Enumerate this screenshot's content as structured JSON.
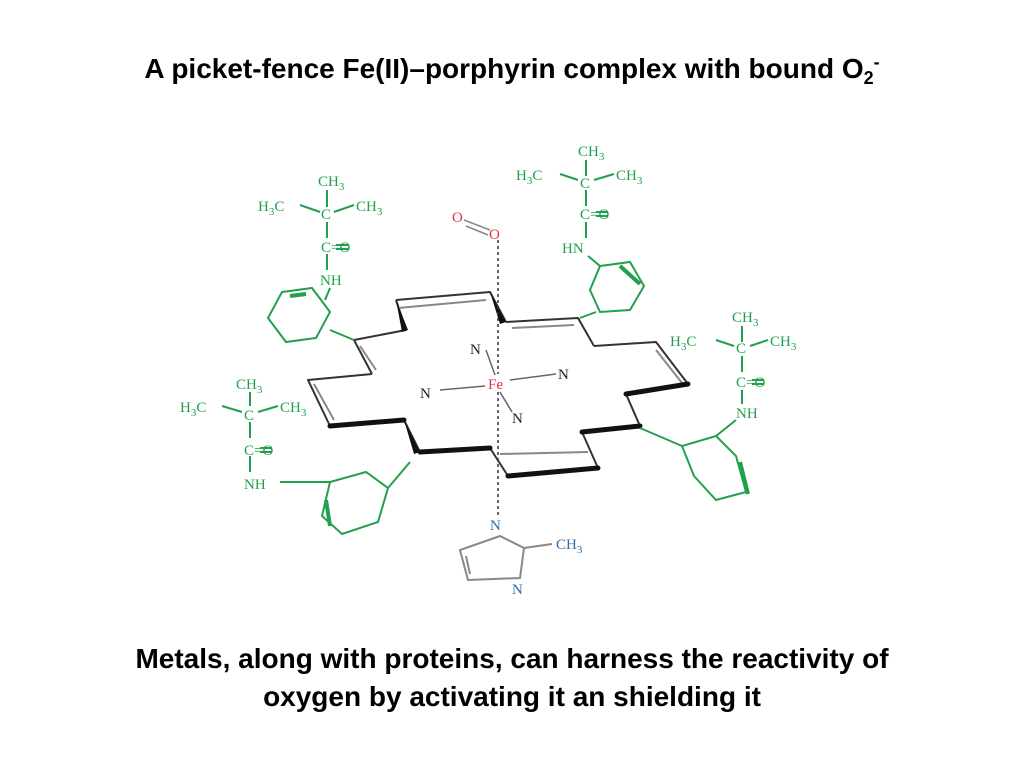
{
  "title": {
    "main": "A picket-fence Fe(II)–porphyrin complex with bound O",
    "subscript": "2",
    "superscript": "-"
  },
  "caption": {
    "line1": "Metals, along with proteins, can harness the reactivity of",
    "line2": "oxygen by activating it an shielding it"
  },
  "molecule": {
    "metal": "Fe",
    "nitrogen": "N",
    "oxygen": "O",
    "pickets": {
      "ch3": "CH",
      "h3c": "H",
      "h3c_c": "C",
      "three": "3",
      "carbon": "C",
      "carbonyl": "C=O",
      "amide_nh": "NH",
      "amide_hn": "HN"
    },
    "imidazole_methyl": "CH"
  },
  "colors": {
    "picket": "#22a04e",
    "oxygen": "#d9363e",
    "imidazole": "#2f6fa8",
    "porphyrin": "#222222"
  }
}
